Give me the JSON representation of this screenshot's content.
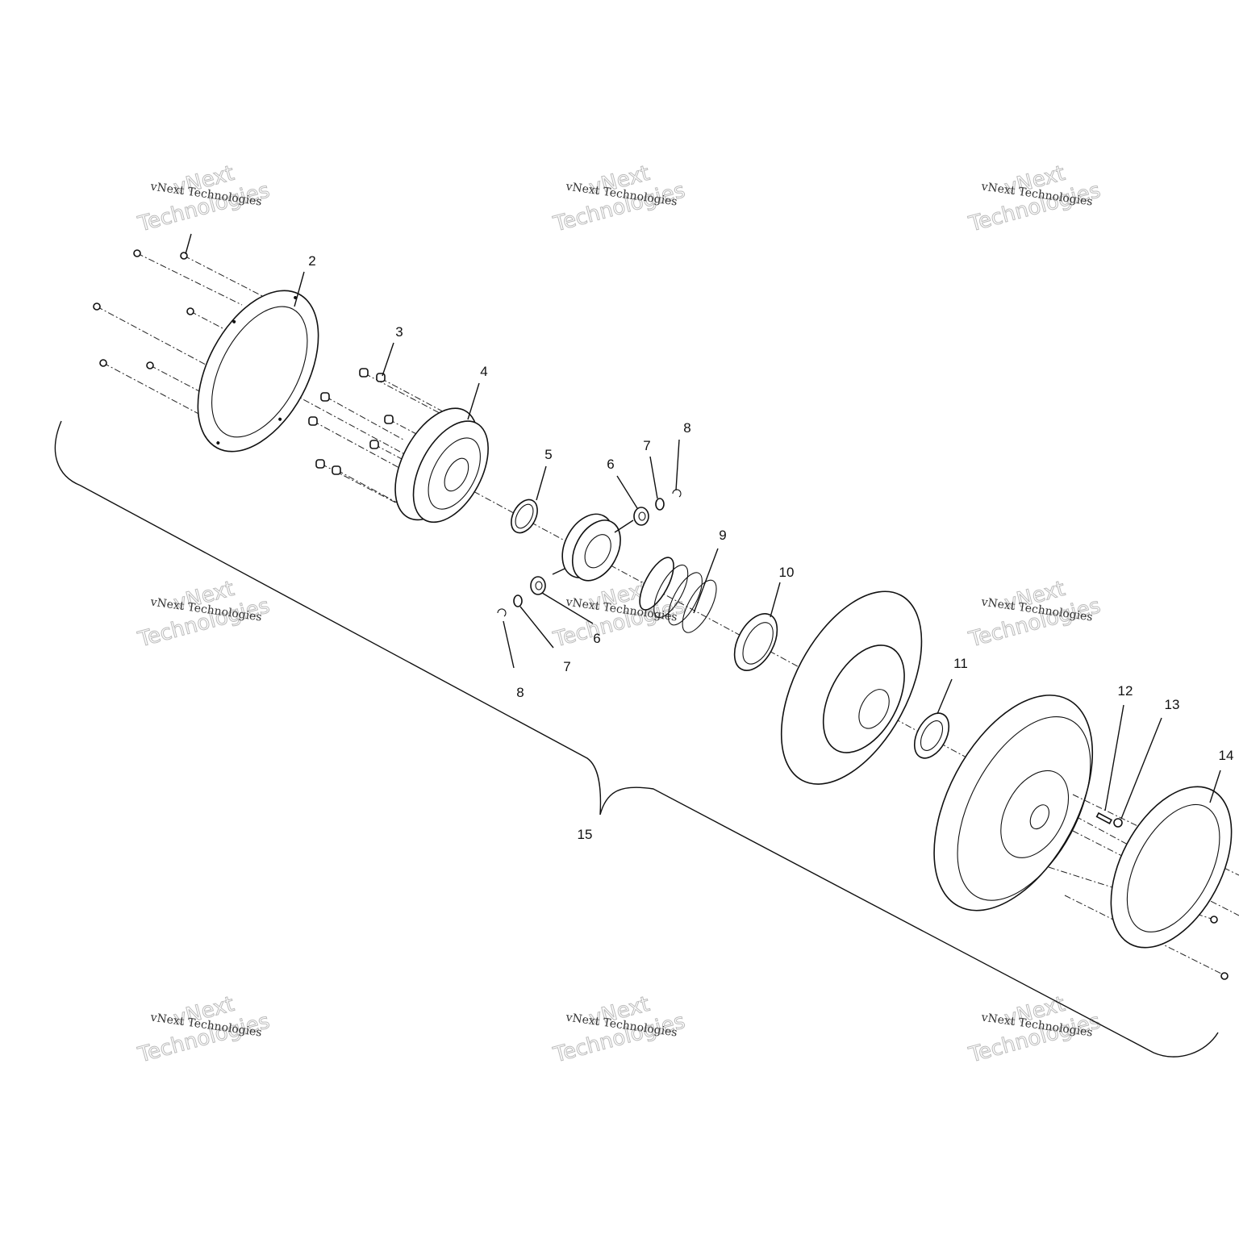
{
  "diagram": {
    "callouts": {
      "c2": "2",
      "c3": "3",
      "c4": "4",
      "c5": "5",
      "c6a": "6",
      "c7a": "7",
      "c8a": "8",
      "c9": "9",
      "c10": "10",
      "c6b": "6",
      "c7b": "7",
      "c8b": "8",
      "c11": "11",
      "c12": "12",
      "c13": "13",
      "c14": "14",
      "c15": "15"
    },
    "watermark": {
      "line_small": "vNext Technologies",
      "line_big_1": "vNext",
      "line_big_2": "Technologies"
    },
    "stroke_color": "#111111"
  }
}
